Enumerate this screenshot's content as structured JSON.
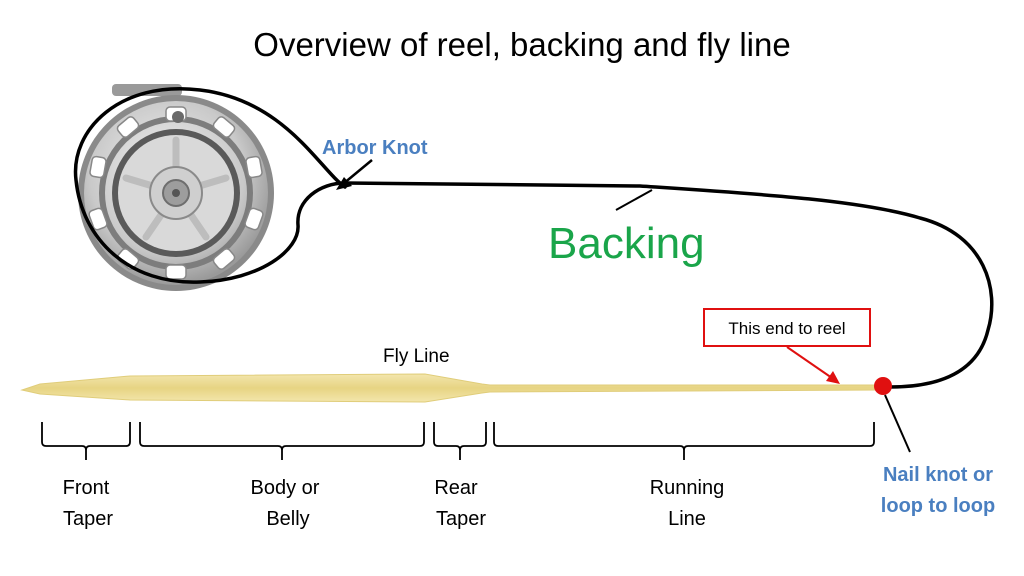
{
  "title": "Overview of reel, backing and fly line",
  "labels": {
    "arbor_knot": "Arbor Knot",
    "backing": "Backing",
    "fly_line": "Fly Line",
    "callout": "This end to reel",
    "nail_knot_1": "Nail knot or",
    "nail_knot_2": "loop to loop"
  },
  "sections": [
    {
      "line1": "Front",
      "line2": "Taper"
    },
    {
      "line1": "Body or",
      "line2": "Belly"
    },
    {
      "line1": "Rear",
      "line2": "Taper"
    },
    {
      "line1": "Running",
      "line2": "Line"
    }
  ],
  "colors": {
    "backing_text": "#1aa54a",
    "knot_text": "#4a7fc0",
    "callout_red": "#e01010",
    "fly_line": "#ecdb94",
    "line": "#000000"
  }
}
